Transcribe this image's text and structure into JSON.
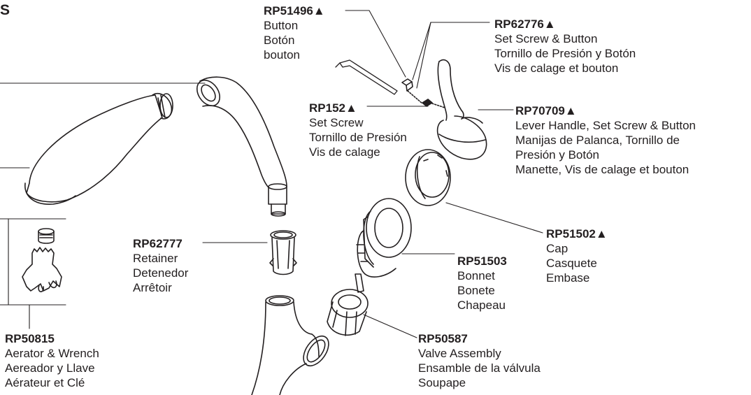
{
  "corner_text": "S",
  "callouts": {
    "rp51496": {
      "part": "RP51496▲",
      "lines": [
        "Button",
        "Botón",
        "bouton"
      ]
    },
    "rp62776": {
      "part": "RP62776▲",
      "lines": [
        "Set Screw & Button",
        "Tornillo de Presión y Botón",
        "Vis de calage et bouton"
      ]
    },
    "rp152": {
      "part": "RP152▲",
      "lines": [
        "Set Screw",
        "Tornillo de Presión",
        "Vis de calage"
      ]
    },
    "rp70709": {
      "part": "RP70709▲",
      "lines": [
        "Lever Handle, Set Screw & Button",
        "Manijas de Palanca, Tornillo de",
        "Presión y Botón",
        "Manette, Vis de calage et bouton"
      ]
    },
    "rp51502": {
      "part": "RP51502▲",
      "lines": [
        "Cap",
        "Casquete",
        "Embase"
      ]
    },
    "rp62777": {
      "part": "RP62777",
      "lines": [
        "Retainer",
        "Detenedor",
        "Arrêtoir"
      ]
    },
    "rp51503": {
      "part": "RP51503",
      "lines": [
        "Bonnet",
        "Bonete",
        "Chapeau"
      ]
    },
    "rp50587": {
      "part": "RP50587",
      "lines": [
        "Valve Assembly",
        "Ensamble de la válvula",
        "Soupape"
      ]
    },
    "rp50815": {
      "part": "RP50815",
      "lines": [
        "Aerator & Wrench",
        "Aereador y Llave",
        "Aérateur et Clé"
      ]
    }
  },
  "icons": [
    "aerator-icon",
    "wrench-icon",
    "spout-icon",
    "spray-head-icon",
    "handle-icon",
    "allen-wrench-icon",
    "retainer-icon",
    "bonnet-icon",
    "cap-icon",
    "valve-cartridge-icon",
    "faucet-body-icon"
  ]
}
